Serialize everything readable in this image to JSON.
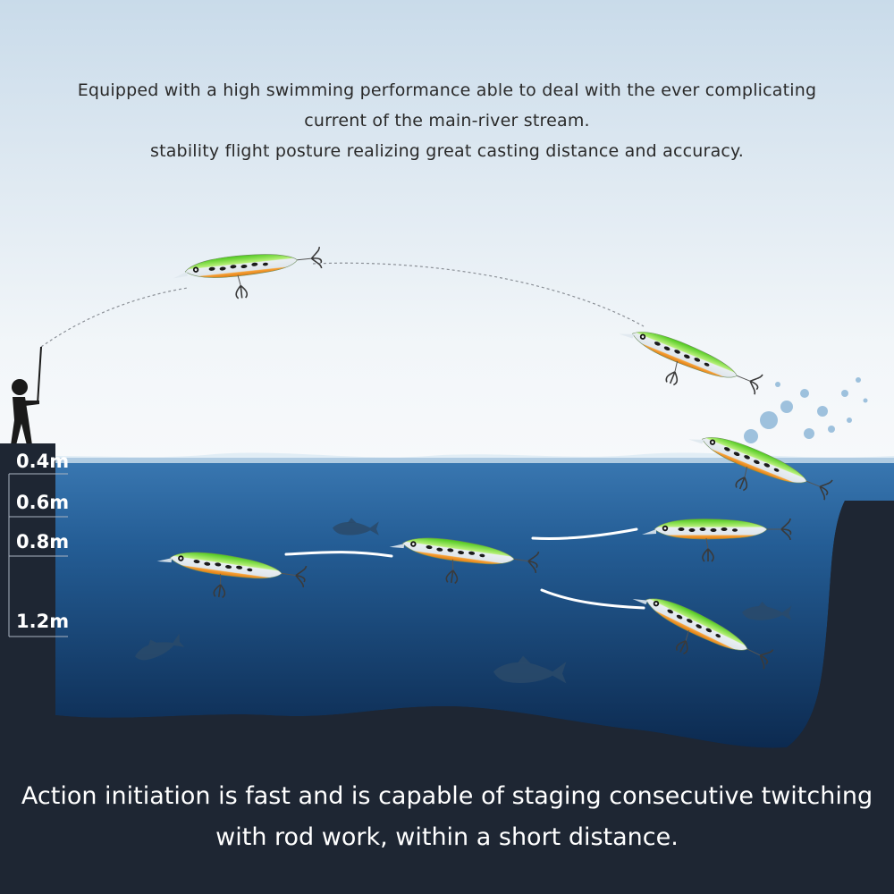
{
  "intro": {
    "line1": "Equipped with a high swimming performance able to deal with the ever complicating",
    "line2": "current of the main-river stream.",
    "line3": "stability flight posture realizing great casting distance and accuracy."
  },
  "depth_labels": [
    "0.4m",
    "0.6m",
    "0.8m",
    "1.2m"
  ],
  "footer": {
    "line1": "Action initiation is fast and is capable of staging consecutive twitching",
    "line2": "with rod work, within a short distance."
  },
  "colors": {
    "sky_top": "#c9dbea",
    "water_surface": "#2f6da6",
    "water_deep": "#0e2b52",
    "ground": "#1e2633",
    "lure_back": "#5ed22a",
    "lure_belly": "#f08a1e"
  },
  "icons": {
    "angler": "angler-silhouette-icon",
    "lure": "minnow-lure-icon",
    "fish": "fish-silhouette-icon",
    "splash": "water-splash-icon"
  }
}
